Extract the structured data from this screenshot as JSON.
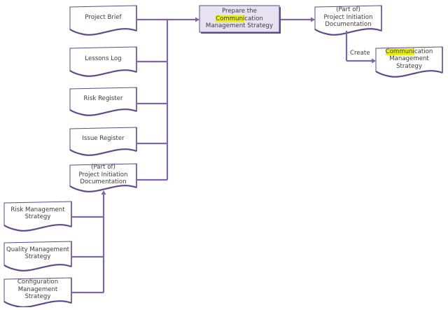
{
  "diagram": {
    "colors": {
      "stroke": "#5b4a8b",
      "connector": "#7a68a8",
      "process_fill": "#e6e2f1",
      "document_fill": "#ffffff",
      "highlight": "#e8ef12",
      "text": "#3a3a3a"
    },
    "process": {
      "id": "prepare",
      "lines": [
        [
          {
            "text": "Prepare the"
          }
        ],
        [
          {
            "text": "Communi",
            "highlight": true
          },
          {
            "text": "cation"
          }
        ],
        [
          {
            "text": "Management Strategy"
          }
        ]
      ]
    },
    "inputs": [
      {
        "id": "project-brief",
        "lines": [
          [
            {
              "text": "Project Brief"
            }
          ]
        ]
      },
      {
        "id": "lessons-log",
        "lines": [
          [
            {
              "text": "Lessons Log"
            }
          ]
        ]
      },
      {
        "id": "risk-register",
        "lines": [
          [
            {
              "text": "Risk Register"
            }
          ]
        ]
      },
      {
        "id": "issue-register",
        "lines": [
          [
            {
              "text": "Issue Register"
            }
          ]
        ]
      },
      {
        "id": "pid-input",
        "lines": [
          [
            {
              "text": "(Part of)"
            }
          ],
          [
            {
              "text": "Project Initiation"
            }
          ],
          [
            {
              "text": "Documentation"
            }
          ]
        ]
      }
    ],
    "pid_sources": [
      {
        "id": "risk-management-strategy",
        "lines": [
          [
            {
              "text": "Risk Management"
            }
          ],
          [
            {
              "text": "Strategy"
            }
          ]
        ]
      },
      {
        "id": "quality-management-strategy",
        "lines": [
          [
            {
              "text": "Quality Management"
            }
          ],
          [
            {
              "text": "Strategy"
            }
          ]
        ]
      },
      {
        "id": "configuration-management-strategy",
        "lines": [
          [
            {
              "text": "Configuration"
            }
          ],
          [
            {
              "text": "Management"
            }
          ],
          [
            {
              "text": "Strategy"
            }
          ]
        ]
      }
    ],
    "output": {
      "id": "pid-output",
      "lines": [
        [
          {
            "text": "(Part of)"
          }
        ],
        [
          {
            "text": "Project Initiation"
          }
        ],
        [
          {
            "text": "Documentation"
          }
        ]
      ]
    },
    "product": {
      "id": "communication-management-strategy",
      "lines": [
        [
          {
            "text": "Communi",
            "highlight": true
          },
          {
            "text": "cation"
          }
        ],
        [
          {
            "text": "Management"
          }
        ],
        [
          {
            "text": "Strategy"
          }
        ]
      ]
    },
    "edge_labels": {
      "create": "Create"
    }
  }
}
